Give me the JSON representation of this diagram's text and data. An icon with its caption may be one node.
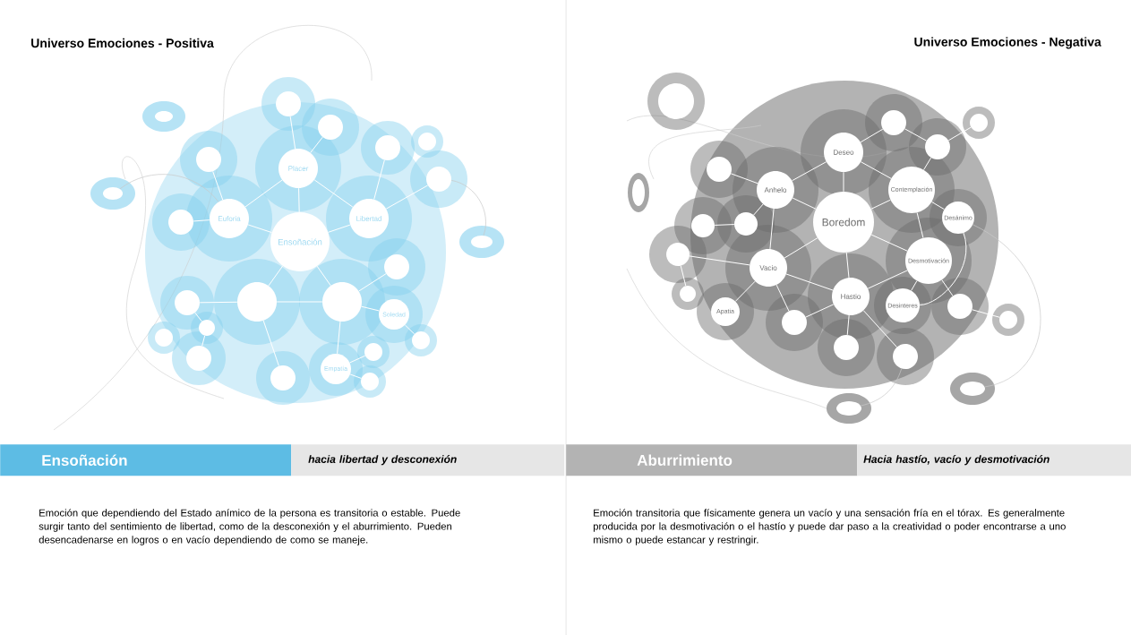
{
  "diagram": {
    "nodes": [
      {
        "text": [
          "Ensoñación"
        ]
      },
      {
        "text": [
          "Placer"
        ]
      },
      {
        "text": [
          "Euforia"
        ]
      },
      {
        "text": [
          "Libertad"
        ]
      },
      {
        "text": [],
        "shape": "circle"
      },
      {
        "text": [],
        "shape": "circle"
      },
      {
        "text": [],
        "shape": "circle"
      },
      {
        "text": [],
        "shape": "circle"
      },
      {
        "text": [],
        "shape": "circle"
      },
      {
        "text": [],
        "shape": "circle"
      },
      {
        "text": [],
        "shape": "circle"
      },
      {
        "text": [],
        "shape": "circle"
      },
      {
        "text": [],
        "shape": "circle"
      },
      {
        "text": [],
        "shape": "circle"
      },
      {
        "text": [
          "Soledad"
        ]
      },
      {
        "text": [],
        "shape": "circle"
      },
      {
        "text": [],
        "shape": "circle"
      },
      {
        "text": [],
        "shape": "circle"
      },
      {
        "text": [],
        "shape": "circle"
      },
      {
        "text": [
          "Empatía"
        ]
      },
      {
        "text": [],
        "shape": "circle"
      },
      {
        "text": [],
        "shape": "circle"
      },
      {
        "text": [],
        "shape": "circle"
      },
      {
        "text": [],
        "shape": "circle"
      },
      {
        "text": [],
        "shape": "ellipse"
      },
      {
        "text": [],
        "shape": "ellipse"
      },
      {
        "text": [],
        "shape": "ellipse"
      },
      {
        "text": [
          "Boredom"
        ]
      },
      {
        "text": [
          "Deseo"
        ]
      },
      {
        "text": [
          "Anhelo"
        ]
      },
      {
        "text": [
          "Contemplación"
        ]
      },
      {
        "text": [
          "Vacio"
        ]
      },
      {
        "text": [
          "Hastio"
        ]
      },
      {
        "text": [
          "Desmotivación"
        ]
      },
      {
        "text": [],
        "shape": "circle"
      },
      {
        "text": [],
        "shape": "circle"
      },
      {
        "text": [
          "Desánimo"
        ]
      },
      {
        "text": [],
        "shape": "circle"
      },
      {
        "text": [],
        "shape": "circle"
      },
      {
        "text": [],
        "shape": "circle"
      },
      {
        "text": [],
        "shape": "circle"
      },
      {
        "text": [],
        "shape": "circle"
      },
      {
        "text": [
          "Apatia"
        ]
      },
      {
        "text": [],
        "shape": "circle"
      },
      {
        "text": [],
        "shape": "circle"
      },
      {
        "text": [
          "Desinteres"
        ]
      },
      {
        "text": [],
        "shape": "circle"
      },
      {
        "text": [],
        "shape": "circle"
      },
      {
        "text": [],
        "shape": "circle"
      },
      {
        "text": [],
        "shape": "circle"
      },
      {
        "text": [],
        "shape": "ellipse"
      },
      {
        "text": [],
        "shape": "circle"
      },
      {
        "text": [],
        "shape": "ellipse"
      },
      {
        "text": [],
        "shape": "ellipse"
      },
      {
        "text": [
          "Ensoñación"
        ]
      },
      {
        "text": [
          "hacia libertad y desconexión"
        ]
      },
      {
        "text": [
          "Aburrimiento"
        ]
      },
      {
        "text": [
          "Hacia hastío, vacío y desmotivación"
        ]
      }
    ],
    "edges": [
      {
        "from": 0,
        "to": 1,
        "arrow": "none"
      },
      {
        "from": 0,
        "to": 2,
        "arrow": "none"
      },
      {
        "from": 0,
        "to": 3,
        "arrow": "none"
      },
      {
        "from": 0,
        "to": 4,
        "arrow": "none"
      },
      {
        "from": 0,
        "to": 5,
        "arrow": "none"
      },
      {
        "from": 1,
        "to": 2,
        "arrow": "none"
      },
      {
        "from": 1,
        "to": 3,
        "arrow": "none"
      },
      {
        "from": 4,
        "to": 5,
        "arrow": "none"
      },
      {
        "from": 2,
        "to": 8,
        "arrow": "none"
      },
      {
        "from": 2,
        "to": 12,
        "arrow": "none"
      },
      {
        "from": 1,
        "to": 6,
        "arrow": "none"
      },
      {
        "from": 1,
        "to": 7,
        "arrow": "none"
      },
      {
        "from": 3,
        "to": 9,
        "arrow": "none"
      },
      {
        "from": 3,
        "to": 11,
        "arrow": "none"
      },
      {
        "from": 5,
        "to": 13,
        "arrow": "none"
      },
      {
        "from": 5,
        "to": 14,
        "arrow": "none"
      },
      {
        "from": 5,
        "to": 19,
        "arrow": "none"
      },
      {
        "from": 4,
        "to": 15,
        "arrow": "none"
      },
      {
        "from": 4,
        "to": 18,
        "arrow": "none"
      },
      {
        "from": 15,
        "to": 16,
        "arrow": "none"
      },
      {
        "from": 16,
        "to": 17,
        "arrow": "none"
      },
      {
        "from": 14,
        "to": 22,
        "arrow": "none"
      },
      {
        "from": 19,
        "to": 20,
        "arrow": "none"
      },
      {
        "from": 19,
        "to": 21,
        "arrow": "none"
      },
      {
        "from": 25,
        "to": 2,
        "arrow": "none",
        "color": "#c8c8c8"
      },
      {
        "from": 11,
        "to": 26,
        "arrow": "none",
        "color": "#c8c8c8"
      },
      {
        "from": 27,
        "to": 28,
        "arrow": "none"
      },
      {
        "from": 27,
        "to": 29,
        "arrow": "none"
      },
      {
        "from": 27,
        "to": 30,
        "arrow": "none"
      },
      {
        "from": 27,
        "to": 31,
        "arrow": "none"
      },
      {
        "from": 27,
        "to": 32,
        "arrow": "none"
      },
      {
        "from": 27,
        "to": 33,
        "arrow": "none"
      },
      {
        "from": 28,
        "to": 29,
        "arrow": "none"
      },
      {
        "from": 28,
        "to": 30,
        "arrow": "none"
      },
      {
        "from": 28,
        "to": 34,
        "arrow": "none"
      },
      {
        "from": 30,
        "to": 35,
        "arrow": "none"
      },
      {
        "from": 34,
        "to": 35,
        "arrow": "none"
      },
      {
        "from": 30,
        "to": 36,
        "arrow": "none"
      },
      {
        "from": 30,
        "to": 33,
        "arrow": "none"
      },
      {
        "from": 29,
        "to": 37,
        "arrow": "none"
      },
      {
        "from": 29,
        "to": 38,
        "arrow": "none"
      },
      {
        "from": 29,
        "to": 31,
        "arrow": "none"
      },
      {
        "from": 38,
        "to": 39,
        "arrow": "none"
      },
      {
        "from": 40,
        "to": 31,
        "arrow": "none"
      },
      {
        "from": 40,
        "to": 41,
        "arrow": "none"
      },
      {
        "from": 31,
        "to": 42,
        "arrow": "none"
      },
      {
        "from": 31,
        "to": 43,
        "arrow": "none"
      },
      {
        "from": 31,
        "to": 32,
        "arrow": "none"
      },
      {
        "from": 32,
        "to": 43,
        "arrow": "none"
      },
      {
        "from": 32,
        "to": 44,
        "arrow": "none"
      },
      {
        "from": 32,
        "to": 33,
        "arrow": "none"
      },
      {
        "from": 32,
        "to": 47,
        "arrow": "none"
      },
      {
        "from": 33,
        "to": 45,
        "arrow": "none"
      },
      {
        "from": 33,
        "to": 46,
        "arrow": "none"
      },
      {
        "from": 36,
        "to": 45,
        "arrow": "none"
      },
      {
        "from": 35,
        "to": 49,
        "arrow": "none"
      },
      {
        "from": 46,
        "to": 51,
        "arrow": "none"
      },
      {
        "from": 47,
        "to": 53,
        "arrow": "none",
        "color": "#c8c8c8"
      },
      {
        "from": 36,
        "to": 52,
        "arrow": "none",
        "color": "#c8c8c8"
      }
    ],
    "labels": [
      "Universo Emociones - Positiva",
      "Universo Emociones - Negativa",
      "Emoción que dependiendo del Estado anímico de la persona es transitoria o estable. Puede surgir tanto del sentimiento de libertad, como de la desconexión y el aburrimiento. Pueden desencadenarse en logros o en vacío dependiendo de como se maneje.",
      "Emoción transitoria que físicamente genera un vacío y una sensación fría en el tórax. Es generalmente producida por la desmotivación o el hastío y puede dar paso a la creatividad o poder encontrarse a uno mismo o puede estancar y restringir."
    ]
  }
}
